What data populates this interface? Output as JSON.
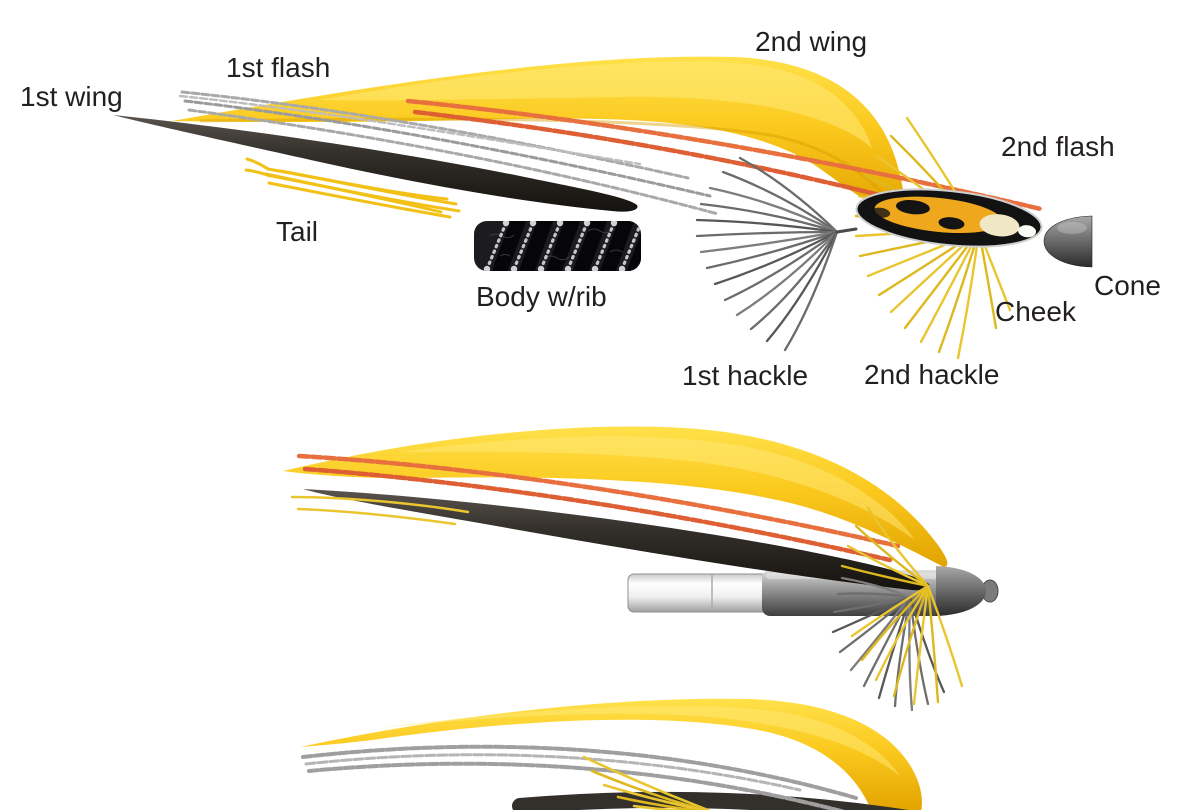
{
  "figure": {
    "type": "fly-tying-diagram",
    "description": "Exploded parts view of a tube fly above two assembled fly variants"
  },
  "labels": {
    "first_wing": "1st wing",
    "first_flash": "1st flash",
    "second_wing": "2nd wing",
    "second_flash": "2nd flash",
    "tail": "Tail",
    "body_rib": "Body w/rib",
    "first_hackle": "1st hackle",
    "second_hackle": "2nd hackle",
    "cheek": "Cheek",
    "cone": "Cone"
  },
  "colors": {
    "wing_yellow": "#F8C81C",
    "flash_orange": "#E8703F",
    "flash_silver": "#A9A9A9",
    "wing_dark": "#2B2723",
    "label_text": "#231F20",
    "background": "#FFFFFF"
  }
}
